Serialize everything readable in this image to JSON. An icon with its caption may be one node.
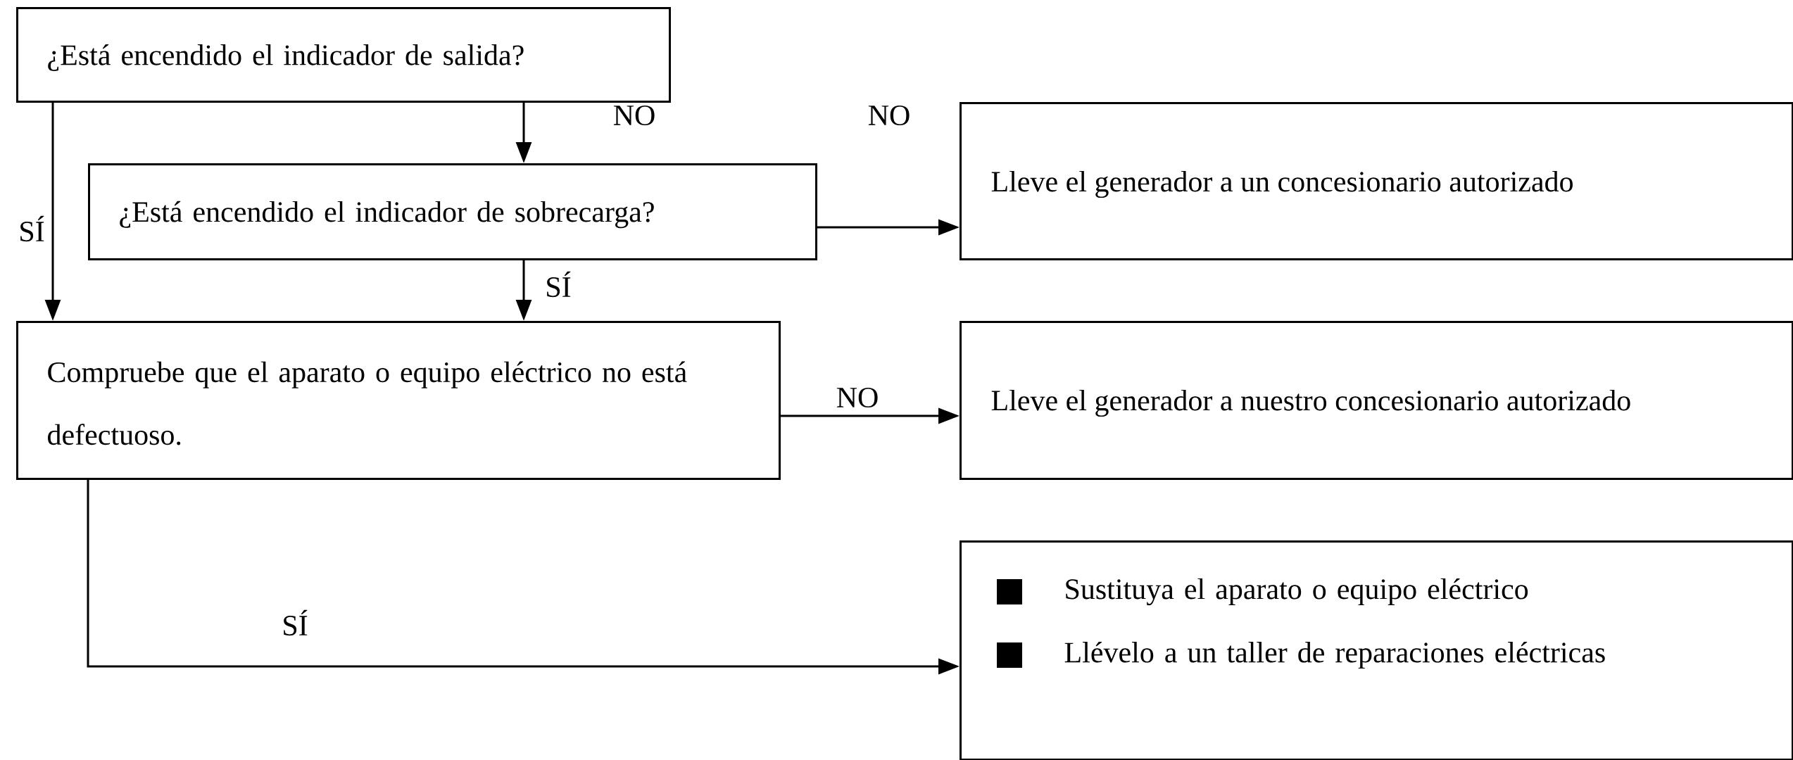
{
  "diagram": {
    "nodes": [
      {
        "text": [
          "¿Está encendido el indicador de salida?"
        ]
      },
      {
        "text": [
          "¿Está encendido el indicador de sobrecarga?"
        ]
      },
      {
        "text": [
          "Lleve el generador a un concesionario autorizado"
        ]
      },
      {
        "text": [
          "Compruebe que el aparato o equipo eléctrico no está defectuoso."
        ]
      },
      {
        "text": [
          "Lleve el generador a nuestro concesionario autorizado"
        ]
      },
      {
        "text": [
          "Sustituya el aparato o equipo eléctrico",
          "Llévelo a un taller de reparaciones eléctricas"
        ]
      }
    ],
    "edges": [
      {
        "from": 0,
        "to": 1,
        "arrow": "to",
        "label": "NO"
      },
      {
        "from": 0,
        "to": 3,
        "arrow": "to",
        "label": "SÍ"
      },
      {
        "from": 1,
        "to": 2,
        "arrow": "to",
        "label": "NO"
      },
      {
        "from": 1,
        "to": 3,
        "arrow": "to",
        "label": "SÍ"
      },
      {
        "from": 3,
        "to": 4,
        "arrow": "to",
        "label": "NO"
      },
      {
        "from": 3,
        "to": 5,
        "arrow": "to",
        "label": "SÍ"
      }
    ]
  }
}
